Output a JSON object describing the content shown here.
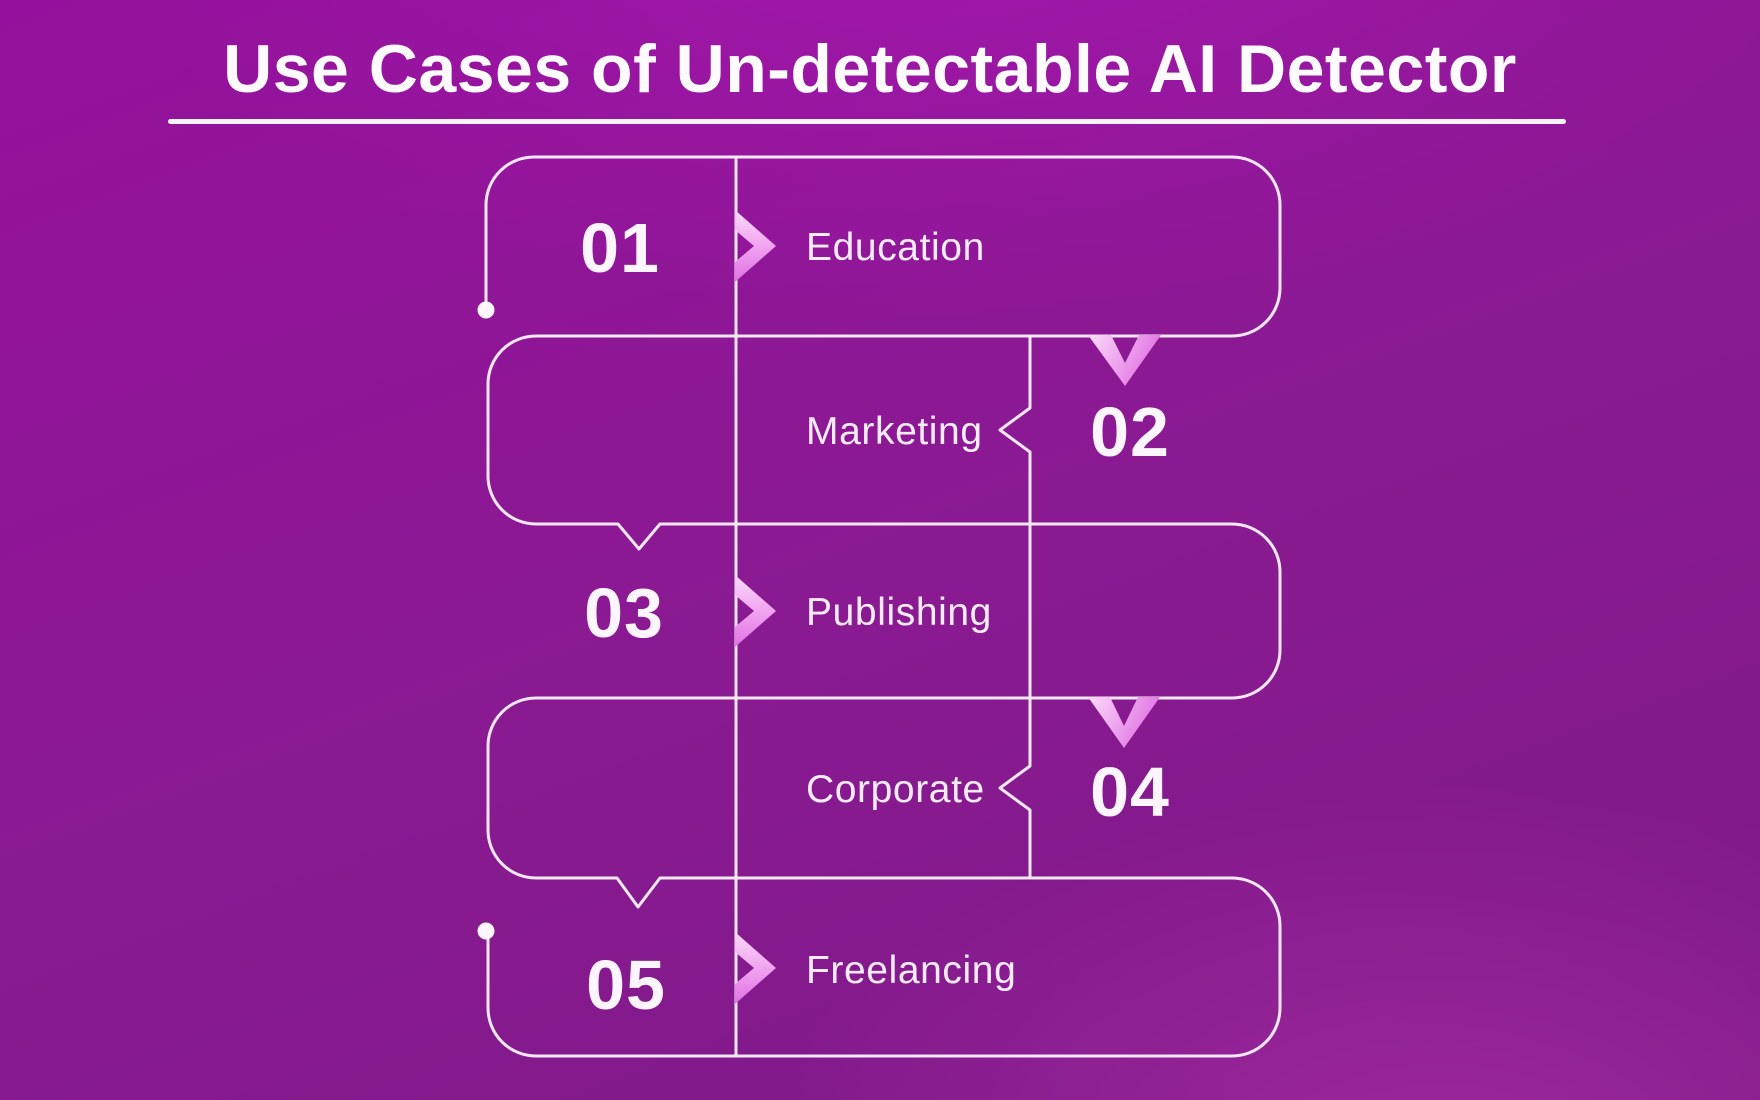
{
  "title": {
    "text": "Use Cases of Un-detectable AI Detector"
  },
  "steps": [
    {
      "number": "01",
      "label": "Education",
      "number_side": "left"
    },
    {
      "number": "02",
      "label": "Marketing",
      "number_side": "right"
    },
    {
      "number": "03",
      "label": "Publishing",
      "number_side": "left"
    },
    {
      "number": "04",
      "label": "Corporate",
      "number_side": "right"
    },
    {
      "number": "05",
      "label": "Freelancing",
      "number_side": "left"
    }
  ],
  "colors": {
    "background_top": "#95119d",
    "background_mid": "#8a1a92",
    "background_bottom": "#7c1a85",
    "background_pink_glow": "#d340c0",
    "outline": "#f5e8f6",
    "chevron_light": "#fbdcf9",
    "chevron_mid": "#f2a9f1",
    "chevron_dark": "#e171e3",
    "number_text": "#fdf5fd",
    "label_text": "#f7ebf8",
    "title_text": "#fdfbfe"
  }
}
